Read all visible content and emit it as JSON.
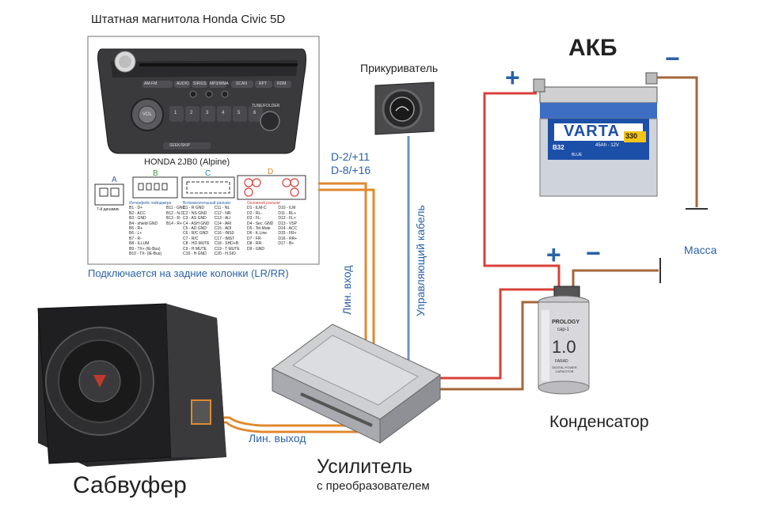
{
  "title": "Штатная магнитола Honda Civic 5D",
  "head_unit": {
    "model": "HONDA 2JB0 (Alpine)",
    "buttons_top": [
      "AM-FM",
      "AUDIO",
      "SIRIUS",
      "MP3/WMA",
      "SCAN",
      "RPT",
      "RDM"
    ],
    "numbers": [
      "1",
      "2",
      "3",
      "4",
      "5",
      "6"
    ],
    "knob_label": "VOL",
    "folder_label": "TUNE/FOLDER",
    "seek_label": "SEEK/SKIP"
  },
  "connectors": {
    "a": {
      "letter": "A",
      "caption": "7-й динамик"
    },
    "b": {
      "letter": "B",
      "caption": "Интерфейс чейнджера",
      "col1": [
        "B1 - D+",
        "B2 - ACC",
        "B3 - GND",
        "B4 - shield GND",
        "B5 - R+",
        "B6 - L+",
        "B7 - R-",
        "B8 - ILLUM",
        "B9 - TX+ (IE-Bus)",
        "B10 - TX- (IE-Bus)"
      ],
      "col2": [
        "B11 - GND",
        "B12 - N.C.",
        "B13 - R-",
        "B14 - R+"
      ]
    },
    "c": {
      "letter": "C",
      "caption": "Вспомогательный разъем",
      "col1": [
        "C1 - R GND",
        "C2 - NS GND",
        "C3 - AS GND",
        "C4 - ASH GND",
        "C5 - AD GND",
        "C6 - R/C GND",
        "C7 - R/C",
        "C8 - HD MUTE",
        "C9 - H MUTE",
        "C10 - H GND"
      ],
      "col2": [
        "C11 - NL",
        "C12 - NR",
        "C13 - ALI",
        "C14 - ARI",
        "C15 - ADI",
        "C16 - INS0",
        "C17 - IMST",
        "C18 - SHD+B",
        "C19 - T MUTE",
        "C20 - H.SIO"
      ]
    },
    "d": {
      "letter": "D",
      "caption": "Основной разъем",
      "col1": [
        "D1 - ILM-C",
        "D2 - RL-",
        "D3 - FL-",
        "D4 - Sec. GND",
        "D5 - Tel.Mute",
        "D6 - K.Line",
        "D7 - FR-",
        "D8 - RR-",
        "D9 - GND"
      ],
      "col2": [
        "D10 - ILM",
        "D11 - RL+",
        "D12 - FL+",
        "D13 - VSP",
        "D14 - ACC",
        "D15 - FR+",
        "D16 - RR+",
        "D17 - B+"
      ]
    }
  },
  "rear_note": "Подключается на задние колонки (LR/RR)",
  "pins_label": [
    "D-2/+11",
    "D-8/+16"
  ],
  "lighter_label": "Прикуриватель",
  "battery": {
    "title": "АКБ",
    "plus": "+",
    "minus": "−",
    "brand": "VARTA",
    "capacity": "330",
    "spec": "45Ah - 12V",
    "code": "B32",
    "series": "BLUE"
  },
  "ground_label": "Масса",
  "control_cable_label": "Управляющий кабель",
  "line_in_label": "Лин. вход",
  "line_out_label": "Лин. выход",
  "capacitor": {
    "plus": "+",
    "minus": "−",
    "brand": "PROLOGY",
    "model": "cap-1",
    "value": "1.0",
    "unit": "FARAD",
    "type": "DIGITAL POWER CAPACITOR",
    "label": "Конденсатор"
  },
  "amplifier": {
    "title": "Усилитель",
    "subtitle": "с преобразователем"
  },
  "subwoofer_label": "Сабвуфер",
  "colors": {
    "label_blue": "#2a62a8",
    "power_red": "#d8403a",
    "signal_orange": "#e0892d",
    "ground_brown": "#a4673a",
    "control_blue": "#6f94c4"
  }
}
